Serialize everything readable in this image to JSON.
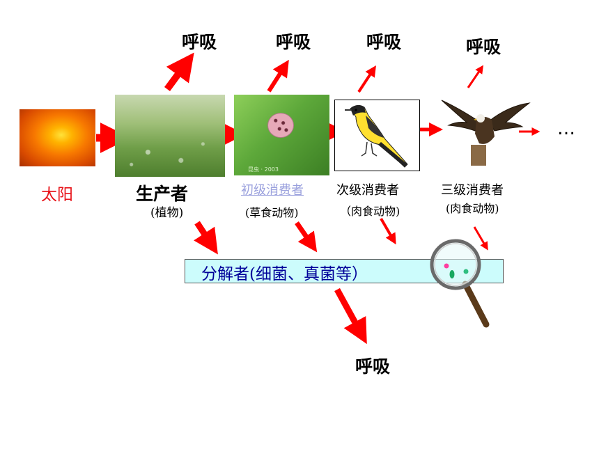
{
  "diagram": {
    "respiration_label": "呼吸",
    "sun": {
      "label": "太阳",
      "color": "#e8141a"
    },
    "producer": {
      "label": "生产者",
      "note": "(植物)"
    },
    "primary_consumer": {
      "label": "初级消费者",
      "note": "(草食动物)",
      "link_color": "#9aa0dd"
    },
    "secondary_consumer": {
      "label": "次级消费者",
      "note": "（肉食动物)"
    },
    "tertiary_consumer": {
      "label": "三级消费者",
      "note": "(肉食动物)"
    },
    "decomposer": {
      "label": "分解者(细菌、真菌等）",
      "box_color": "#ccfcfc",
      "text_color": "#000099"
    },
    "continuation": "…",
    "arrow_color": "#ff0000"
  }
}
